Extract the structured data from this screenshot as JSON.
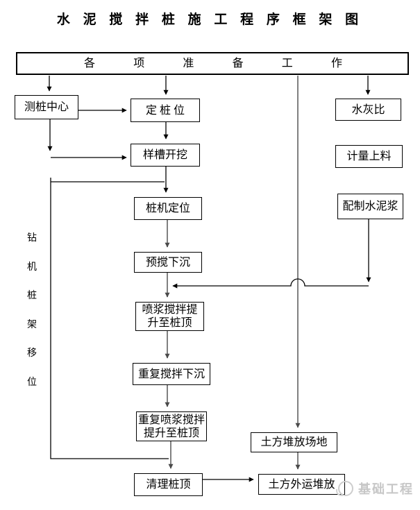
{
  "title": "水 泥 搅 拌 桩 施 工 程 序 框 架 图",
  "colors": {
    "line": "#000000",
    "gray_line": "#808080",
    "watermark": "#c7c7c7"
  },
  "top_box": {
    "chars": [
      "各",
      "项",
      "准",
      "备",
      "工",
      "作"
    ]
  },
  "nodes": {
    "survey_center": {
      "label": "测桩中心"
    },
    "set_pile_position": {
      "label": "定 桩 位"
    },
    "sample_trench_excavation": {
      "label": "样槽开挖"
    },
    "pile_rig_positioning": {
      "label": "桩机定位"
    },
    "pre_mix_sinking": {
      "label": "预搅下沉"
    },
    "spray_mix_lift": {
      "lines": [
        "喷浆搅拌提",
        "升至桩顶"
      ]
    },
    "repeat_mix_sinking": {
      "label": "重复搅拌下沉"
    },
    "repeat_spray_mix_lift": {
      "lines": [
        "重复喷浆搅拌",
        "提升至桩顶"
      ]
    },
    "clean_pile_top": {
      "label": "清理桩顶"
    },
    "water_cement_ratio": {
      "label": "水灰比"
    },
    "measuring_feeding": {
      "label": "计量上料"
    },
    "prepare_cement_slurry": {
      "label": "配制水泥浆"
    },
    "soil_stacking_site": {
      "label": "土方堆放场地"
    },
    "soil_removal_stacking": {
      "label": "土方外运堆放"
    }
  },
  "side_label": {
    "chars": [
      "钻",
      "机",
      "桩",
      "架",
      "移",
      "位"
    ]
  },
  "watermark": {
    "text": "基础工程"
  }
}
